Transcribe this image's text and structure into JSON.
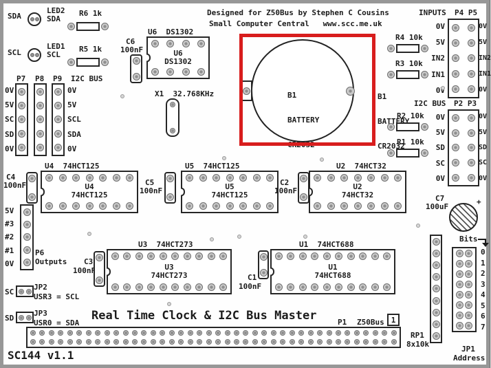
{
  "branding": {
    "line1": "Designed for Z50Bus by Stephen C Cousins",
    "line2": "Small Computer Central   www.scc.me.uk"
  },
  "title": "Real Time Clock & I2C Bus Master",
  "version": "SC144 v1.1",
  "top_left": {
    "sda_net": "SDA",
    "scl_net": "SCL",
    "led2_ref": "LED2",
    "led2_name": "SDA",
    "led1_ref": "LED1",
    "led1_name": "SCL",
    "r6": "R6 1k",
    "r5": "R5 1k"
  },
  "rtc": {
    "u6_label": "U6  DS1302",
    "u6_ref": "U6",
    "u6_part": "DS1302",
    "c6_ref": "C6",
    "c6_val": "100nF",
    "x1_label": "X1  32.768KHz"
  },
  "battery": {
    "ref": "B1",
    "name": "BATTERY",
    "part": "CR2032"
  },
  "inputs": {
    "title": "INPUTS",
    "refs": "P4 P5",
    "left": [
      "0V",
      "5V",
      "IN2",
      "IN1",
      "0V"
    ],
    "right": [
      "0V",
      "5V",
      "IN2",
      "IN1",
      "0V"
    ],
    "r4": "R4 10k",
    "r3": "R3 10k"
  },
  "i2c_right": {
    "title": "I2C BUS",
    "refs": "P2 P3",
    "left": [
      "0V",
      "5V",
      "SD",
      "SC",
      "0V"
    ],
    "right": [
      "0V",
      "5V",
      "SD",
      "SC",
      "0V"
    ],
    "r2": "R2 10k",
    "r1": "R1 10k"
  },
  "i2c_left": {
    "p7": "P7",
    "p8": "P8",
    "p9": "P9",
    "title": "I2C BUS",
    "far": [
      "0V",
      "5V",
      "SC",
      "SD",
      "0V"
    ],
    "near": [
      "0V",
      "5V",
      "SCL",
      "SDA",
      "0V"
    ]
  },
  "buffers": {
    "u4_label": "U4  74HCT125",
    "u4_ref": "U4",
    "u4_part": "74HCT125",
    "c4_ref": "C4",
    "c4_val": "100nF",
    "u5_label": "U5  74HCT125",
    "u5_ref": "U5",
    "u5_part": "74HCT125",
    "c5_ref": "C5",
    "c5_val": "100nF",
    "u2_label": "U2  74HCT32",
    "u2_ref": "U2",
    "u2_part": "74HCT32",
    "c2_ref": "C2",
    "c2_val": "100nF",
    "c7_ref": "C7",
    "c7_val": "100uF",
    "c7_plus": "+"
  },
  "outputs": {
    "pins": [
      "5V",
      "#3",
      "#2",
      "#1",
      "0V"
    ],
    "ref": "P6",
    "label": "Outputs"
  },
  "logic": {
    "u3_label": "U3  74HCT273",
    "u3_ref": "U3",
    "u3_part": "74HCT273",
    "c3_ref": "C3",
    "c3_val": "100nF",
    "u1_label": "U1  74HCT688",
    "u1_ref": "U1",
    "u1_part": "74HCT688",
    "c1_ref": "C1",
    "c1_val": "100nF"
  },
  "address": {
    "bits_label": "Bits",
    "numbers": [
      "0",
      "1",
      "2",
      "3",
      "4",
      "5",
      "6",
      "7"
    ],
    "rp1_ref": "RP1",
    "rp1_val": "8x10k",
    "jp1_ref": "JP1",
    "jp1_label": "Address"
  },
  "jumpers": {
    "sc_net": "SC",
    "jp2_ref": "JP2",
    "jp2_desc": "USR3 = SCL",
    "sd_net": "SD",
    "jp3_ref": "JP3",
    "jp3_desc": "USR0 = SDA"
  },
  "bus": {
    "p1": "P1",
    "name": "Z50Bus",
    "pin1": "1"
  }
}
